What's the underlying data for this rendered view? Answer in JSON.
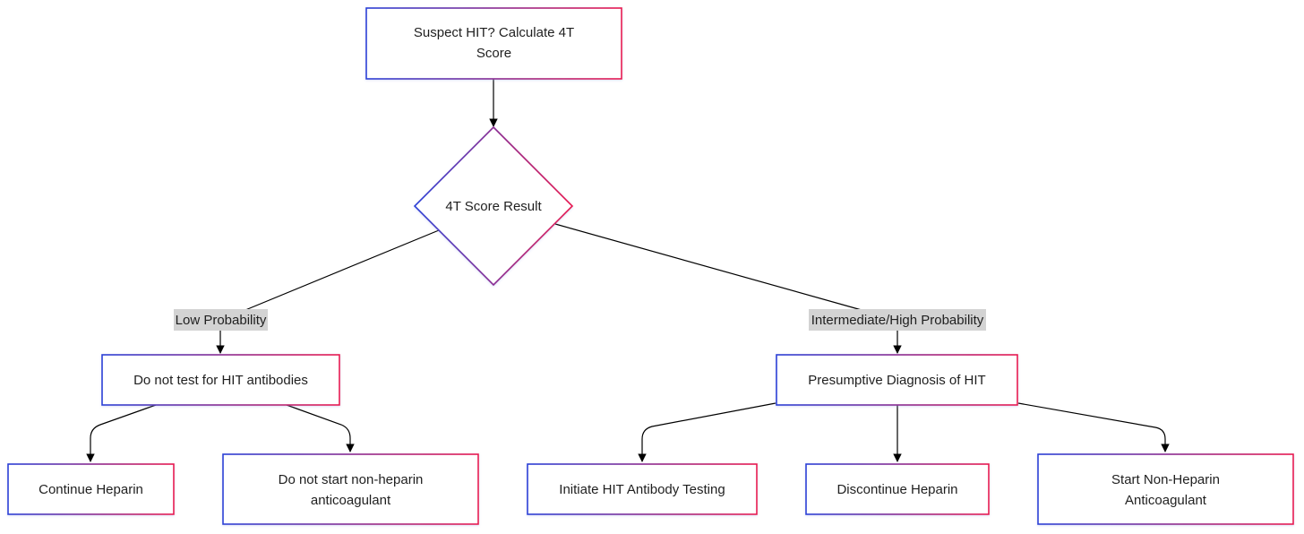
{
  "nodes": {
    "suspect_hit": {
      "lines": [
        "Suspect HIT? Calculate 4T",
        "Score"
      ]
    },
    "score_result": {
      "lines": [
        "4T Score Result"
      ]
    },
    "no_test": {
      "lines": [
        "Do not test for HIT antibodies"
      ]
    },
    "presumptive": {
      "lines": [
        "Presumptive Diagnosis of HIT"
      ]
    },
    "continue_heparin": {
      "lines": [
        "Continue Heparin"
      ]
    },
    "no_start_nonheparin": {
      "lines": [
        "Do not start non-heparin",
        "anticoagulant"
      ]
    },
    "initiate_testing": {
      "lines": [
        "Initiate HIT Antibody Testing"
      ]
    },
    "discontinue_heparin": {
      "lines": [
        "Discontinue Heparin"
      ]
    },
    "start_nonheparin": {
      "lines": [
        "Start Non-Heparin",
        "Anticoagulant"
      ]
    }
  },
  "edge_labels": {
    "low": "Low Probability",
    "high": "Intermediate/High Probability"
  },
  "colors": {
    "border_gradient_start": "#2a3fd6",
    "border_gradient_end": "#e8174f",
    "edge": "#000000",
    "label_bg": "#d3d3d3"
  }
}
